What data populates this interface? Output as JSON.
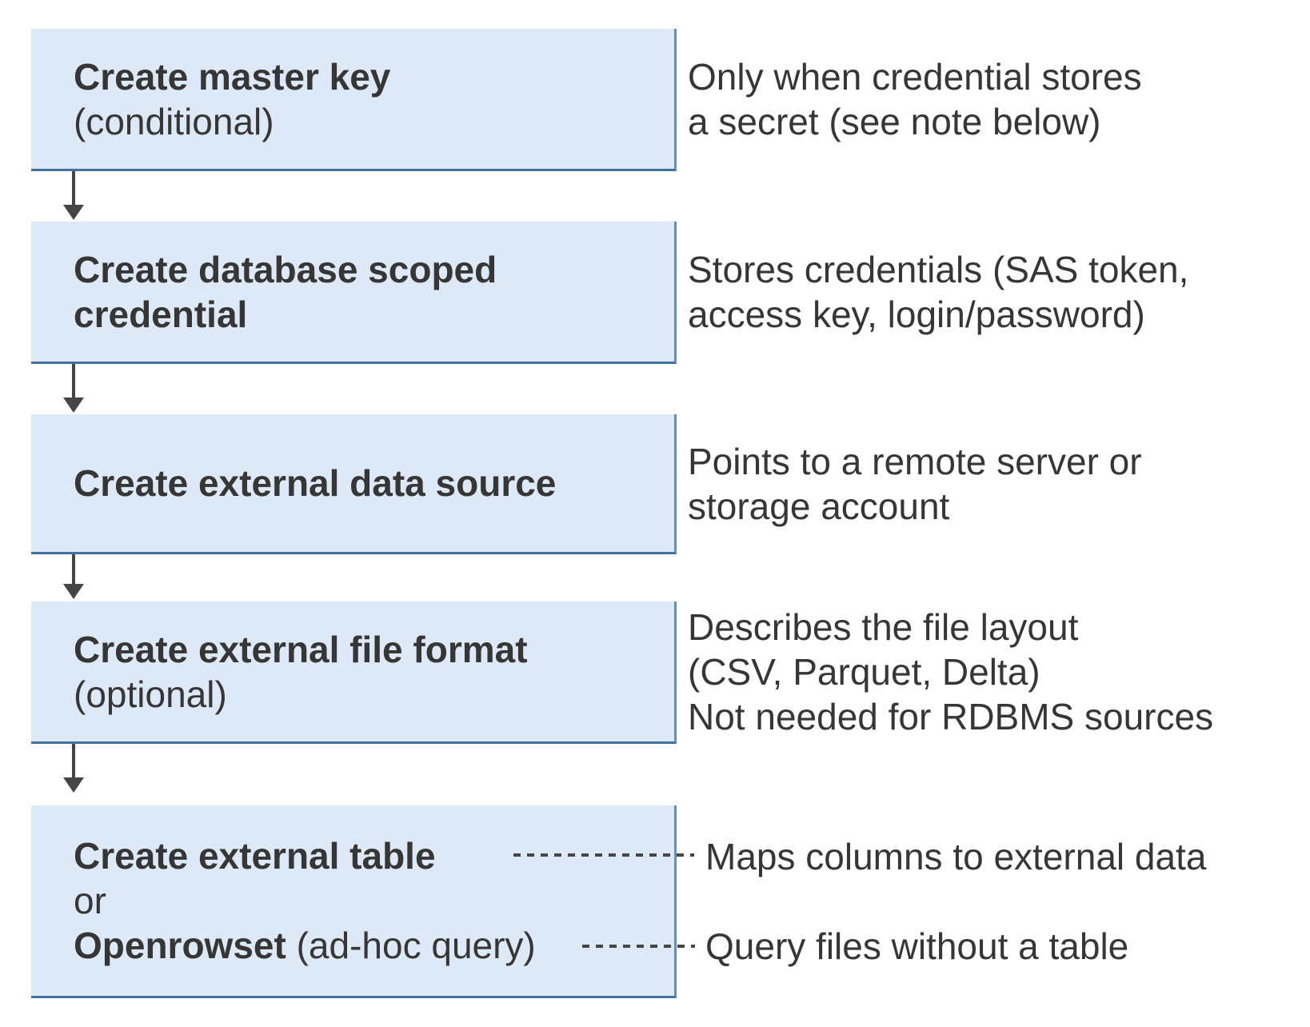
{
  "colors": {
    "background": "#ffffff",
    "box_fill": "#dee9f7",
    "box_border_right": "#5b8fc7",
    "box_border_bottom": "#41719c",
    "arrow": "#454545",
    "text": "#363636"
  },
  "flow": {
    "steps": [
      {
        "box_lines": [
          {
            "bold": "Create master key",
            "regular": ""
          },
          {
            "bold": "",
            "regular": "(conditional)"
          }
        ],
        "note_lines": [
          "Only when credential stores",
          "a secret (see note below)"
        ]
      },
      {
        "box_lines": [
          {
            "bold": "Create database scoped",
            "regular": ""
          },
          {
            "bold": "credential",
            "regular": ""
          }
        ],
        "note_lines": [
          "Stores credentials (SAS token,",
          "access key, login/password)"
        ]
      },
      {
        "box_lines": [
          {
            "bold": "Create external data source",
            "regular": ""
          }
        ],
        "note_lines": [
          "Points to a remote server or",
          "storage account"
        ]
      },
      {
        "box_lines": [
          {
            "bold": "Create external file format",
            "regular": ""
          },
          {
            "bold": "",
            "regular": "(optional)"
          }
        ],
        "note_lines": [
          "Describes the file layout",
          "(CSV, Parquet, Delta)",
          "Not needed for RDBMS sources"
        ]
      },
      {
        "box_lines": [
          {
            "bold": "Create external table",
            "regular": ""
          },
          {
            "bold": "",
            "regular": "or"
          },
          {
            "bold": "Openrowset",
            "regular": " (ad-hoc query)"
          }
        ],
        "note_lines": [
          "Maps columns to external data",
          "Query files without a table"
        ]
      }
    ]
  }
}
